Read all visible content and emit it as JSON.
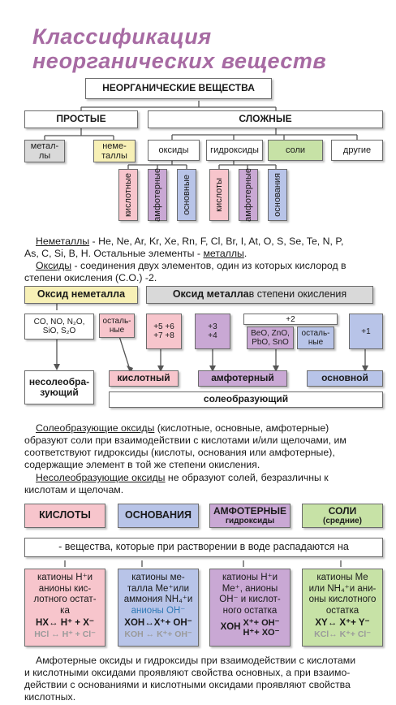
{
  "title": {
    "line1": "Классификация",
    "line2": "неорганических  веществ"
  },
  "tree": {
    "root": "НЕОРГАНИЧЕСКИЕ ВЕЩЕСТВА",
    "simple": "ПРОСТЫЕ",
    "complex": "СЛОЖНЫЕ",
    "metals": "метал-\nлы",
    "nonmetals": "неме-\nталлы",
    "oxides": "оксиды",
    "hydroxides": "гидроксиды",
    "salts": "соли",
    "others": "другие",
    "oxide_types": [
      "кислотные",
      "амфотерные",
      "основные"
    ],
    "hydroxide_types": [
      "кислоты",
      "амфотерные",
      "основания"
    ]
  },
  "para1": {
    "nonmetals_label": "Неметаллы",
    "nonmetals_text": " - He, Ne, Ar, Kr, Xe, Rn, F, Cl, Br, I, At, O, S, Se, Te, N, P,",
    "nonmetals_line2": "As, C, Si, B, H.   Остальные элементы - ",
    "metals_word": "металлы",
    "oxides_label": "Оксиды",
    "oxides_text": " - соединения двух элементов, один из которых кислород в",
    "oxides_line2": "степени окисления (С.О.)  -2."
  },
  "oxides": {
    "nonmetal_oxide": "Оксид неметалла",
    "metal_oxide": "Оксид металла",
    "metal_oxide_suffix": " в степени окисления",
    "non_salt_forming_examples_1": "CO, NO, N₂O,",
    "non_salt_forming_examples_2": "SiO, S₂O",
    "others_1": "осталь-",
    "others_2": "ные",
    "ox_56": "+5 +6",
    "ox_78": "+7 +8",
    "ox_3": "+3",
    "ox_4": "+4",
    "ox_2": "+2",
    "amph_examples_1": "BeO, ZnO,",
    "amph_examples_2": "PbO, SnO",
    "others2_1": "осталь-",
    "others2_2": "ные",
    "ox_1": "+1",
    "non_salt_forming_1": "несолеобра-",
    "non_salt_forming_2": "зующий",
    "acidic": "кислотный",
    "amphoteric": "амфотерный",
    "basic": "основной",
    "salt_forming": "солеобразующий"
  },
  "para2": {
    "l1a": "Солеобразующие оксиды",
    "l1b": " (кислотные, основные, амфотерные)",
    "l2": "образуют соли при взаимодействии с кислотами и/или щелочами, им",
    "l3": "соответствуют гидроксиды (кислоты, основания или амфотерные),",
    "l4": "содержащие элемент в той же степени окисления.",
    "l5a": "Несолеобразующие оксиды",
    "l5b": " не образуют солей, безразличны к",
    "l6": "кислотам и щелочам."
  },
  "electrolytes": {
    "acids": "КИСЛОТЫ",
    "bases": "ОСНОВАНИЯ",
    "amph_1": "АМФОТЕРНЫЕ",
    "amph_2": "гидроксиды",
    "salts_1": "СОЛИ",
    "salts_2": "(средние)",
    "definition": "- вещества, которые при растворении в воде распадаются на",
    "acid_desc": [
      "катионы H⁺и",
      "анионы кис-",
      "лотного остат-",
      "ка"
    ],
    "acid_eq": "HX↔ H⁺ + X⁻",
    "acid_ex": "HCl ↔ H⁺ + Cl⁻",
    "base_desc": [
      "катионы ме-",
      "талла Me⁺или",
      "аммония NH₄⁺и",
      "анионы OH⁻"
    ],
    "base_eq": "XOH↔X⁺+ OH⁻",
    "base_ex": "KOH ↔ K⁺+ OH⁻",
    "amph_desc": [
      "катионы H⁺и",
      "Me⁺, анионы",
      "OH⁻ и кислот-",
      "ного остатка"
    ],
    "amph_eq1": "X⁺+ OH⁻",
    "amph_eq_lhs": "XOH",
    "amph_eq2": "H⁺+ XO⁻",
    "salt_desc": [
      "катионы Me",
      "или NH₄⁺и ани-",
      "оны кислотного",
      "остатка"
    ],
    "salt_eq": "XY↔ X⁺+ Y⁻",
    "salt_ex": "KCl↔ K⁺+ Cl⁻"
  },
  "para3": {
    "l1": "Амфотерные оксиды и гидроксиды при взаимодействии с кислотами",
    "l2": "и кислотными  оксидами  проявляют свойства основных, а при взаимо-",
    "l3": "действии  с основаниями  и кислотными  оксидами проявляют свойства",
    "l4": "кислотных."
  },
  "colors": {
    "title": "#a76ba3",
    "yellow": "#f7f0b6",
    "lilac": "#c9a8d4",
    "blue": "#b8c4e8",
    "green": "#c7e2a6",
    "pink": "#f7c5cc",
    "gray": "#d9d9d9"
  }
}
